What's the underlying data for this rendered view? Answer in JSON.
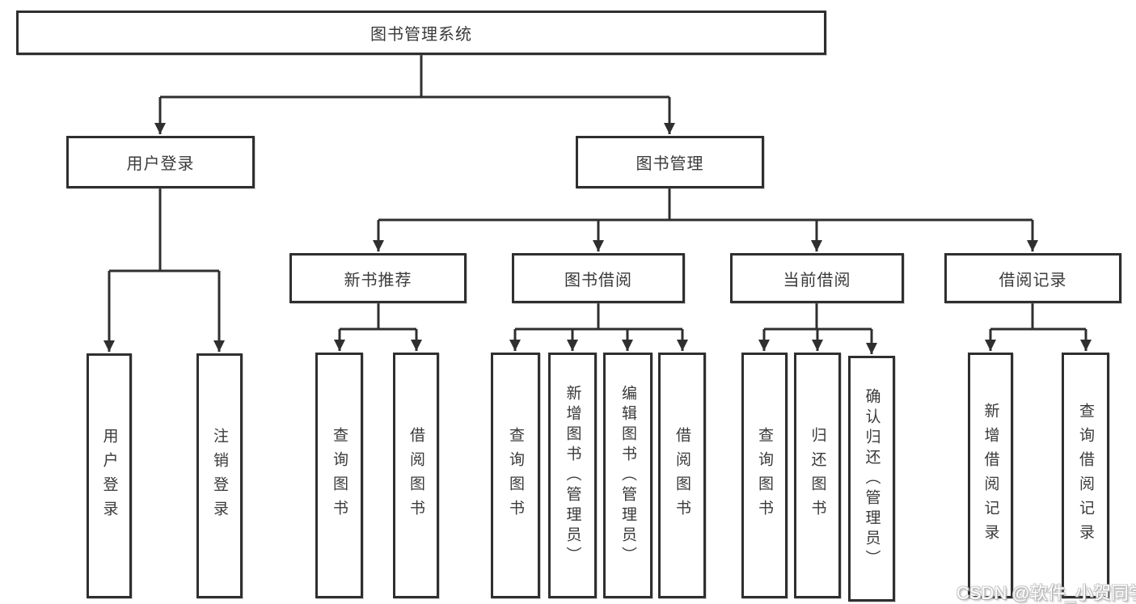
{
  "watermark": {
    "text": "CSDN @软件_小贺同学"
  },
  "diagram": {
    "root": {
      "label": "图书管理系统"
    },
    "user_login": {
      "label": "用户登录",
      "children": [
        {
          "label": "用户登录"
        },
        {
          "label": "注销登录"
        }
      ]
    },
    "book_management": {
      "label": "图书管理",
      "sections": [
        {
          "label": "新书推荐",
          "children": [
            {
              "label": "查询图书"
            },
            {
              "label": "借阅图书"
            }
          ]
        },
        {
          "label": "图书借阅",
          "children": [
            {
              "label": "查询图书"
            },
            {
              "label": "新增图书（管理员）"
            },
            {
              "label": "编辑图书（管理员）"
            },
            {
              "label": "借阅图书"
            }
          ]
        },
        {
          "label": "当前借阅",
          "children": [
            {
              "label": "查询图书"
            },
            {
              "label": "归还图书"
            },
            {
              "label": "确认归还（管理员）"
            }
          ]
        },
        {
          "label": "借阅记录",
          "children": [
            {
              "label": "新增借阅记录"
            },
            {
              "label": "查询借阅记录"
            }
          ]
        }
      ]
    }
  }
}
